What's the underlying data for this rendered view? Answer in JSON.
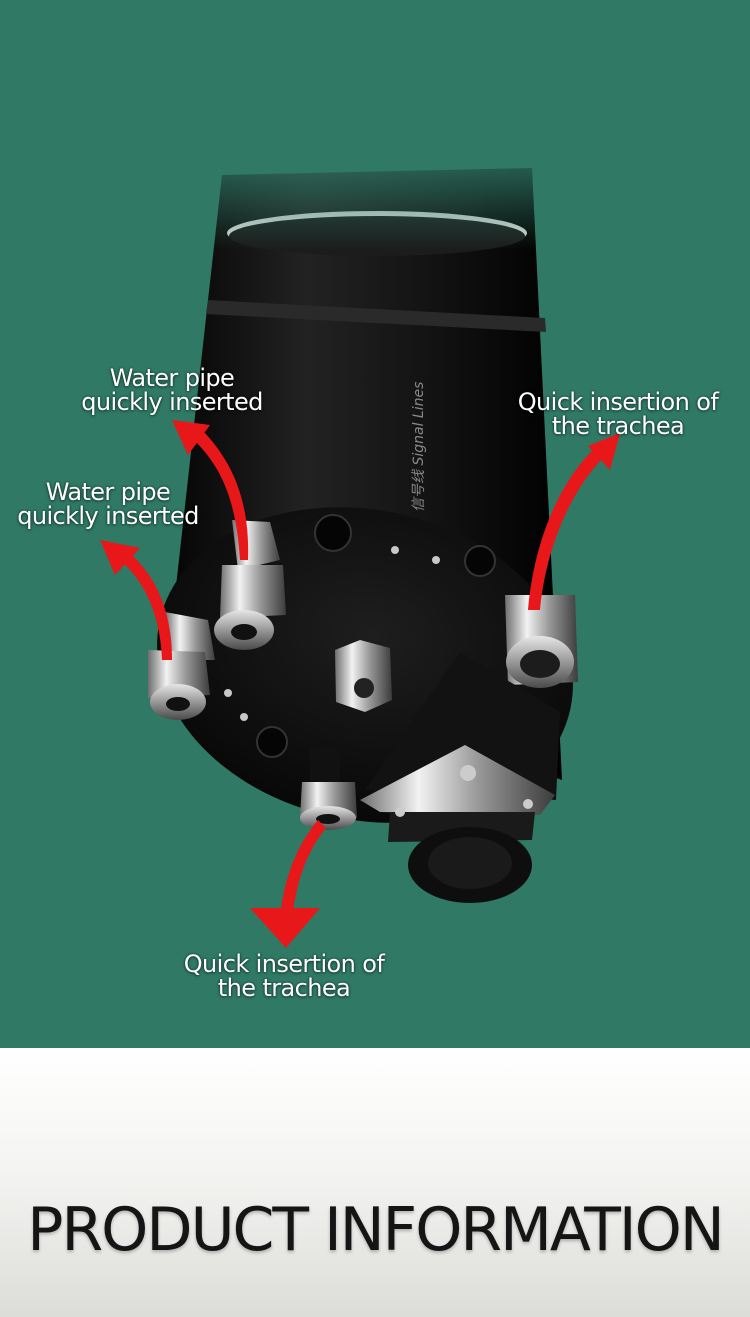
{
  "callouts": {
    "water_upper": {
      "line1": "Water pipe",
      "line2": "quickly inserted"
    },
    "water_lower": {
      "line1": "Water pipe",
      "line2": "quickly inserted"
    },
    "trachea_right": {
      "line1": "Quick insertion of",
      "line2": "the trachea"
    },
    "trachea_bottom": {
      "line1": "Quick insertion of",
      "line2": "the trachea"
    }
  },
  "product": {
    "side_label": "信号线 Signal Lines"
  },
  "footer": {
    "title": "PRODUCT INFORMATION"
  },
  "colors": {
    "background": "#2f7965",
    "arrow": "#e8171a",
    "spindle_body": "#161616",
    "footer_text": "#151515"
  }
}
